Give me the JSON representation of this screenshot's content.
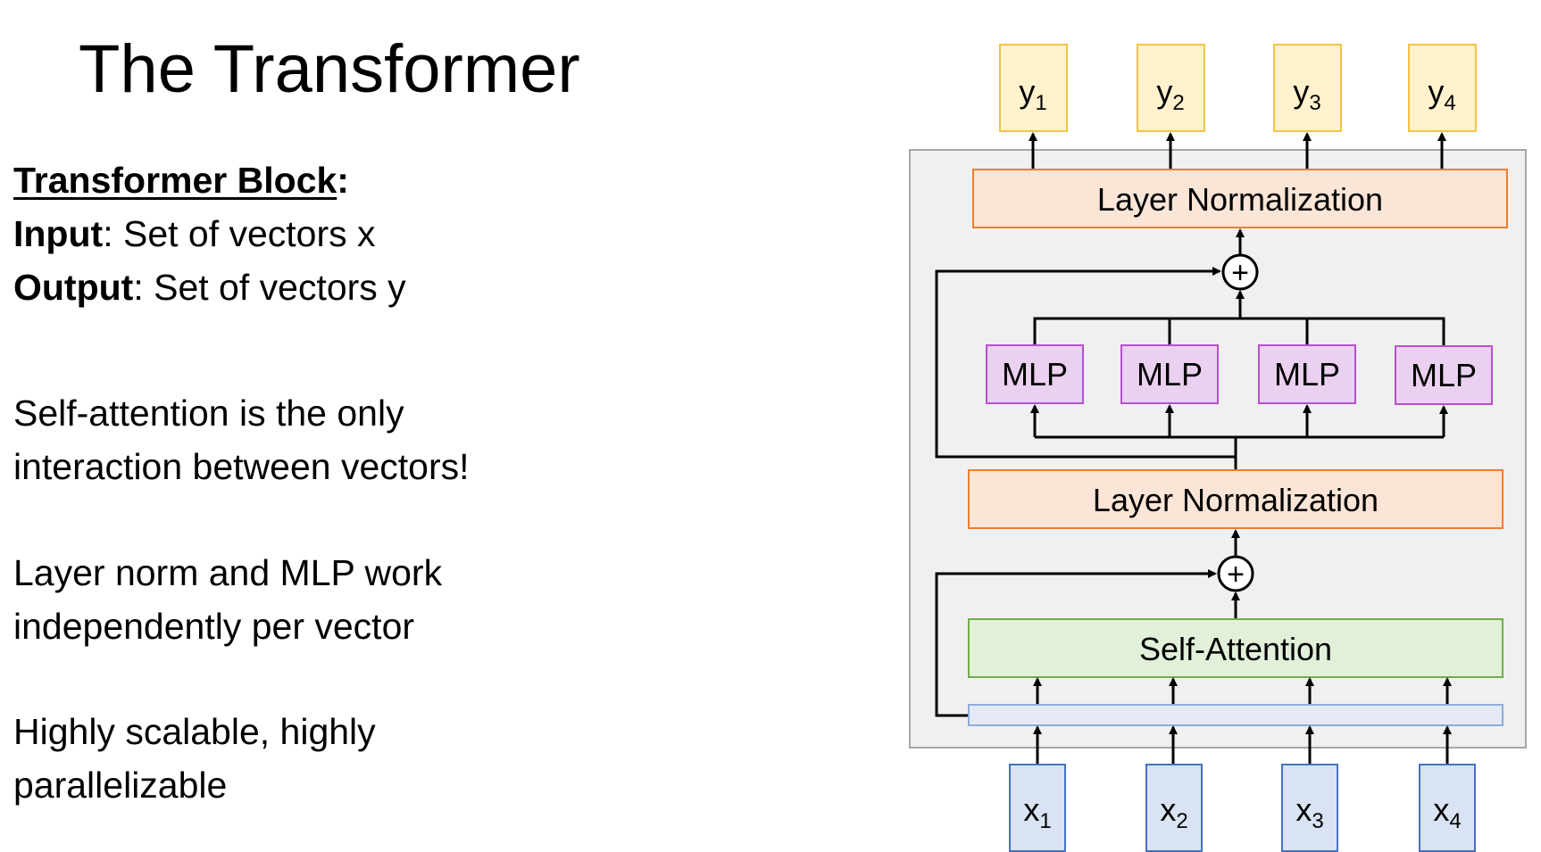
{
  "slide": {
    "title": "The Transformer"
  },
  "left_text": {
    "block_heading": "Transformer Block",
    "block_heading_colon": ":",
    "input_label": "Input",
    "input_text": ": Set of vectors x",
    "output_label": "Output",
    "output_text": ": Set of vectors y",
    "note1_line1": "Self-attention is the only",
    "note1_line2": "interaction between vectors!",
    "note2_line1": "Layer norm and MLP work",
    "note2_line2": "independently per vector",
    "note3_line1": "Highly scalable, highly",
    "note3_line2": "parallelizable"
  },
  "diagram": {
    "outputs": [
      {
        "base": "y",
        "sub": "1"
      },
      {
        "base": "y",
        "sub": "2"
      },
      {
        "base": "y",
        "sub": "3"
      },
      {
        "base": "y",
        "sub": "4"
      }
    ],
    "inputs": [
      {
        "base": "x",
        "sub": "1"
      },
      {
        "base": "x",
        "sub": "2"
      },
      {
        "base": "x",
        "sub": "3"
      },
      {
        "base": "x",
        "sub": "4"
      }
    ],
    "layer_norm_top": "Layer Normalization",
    "layer_norm_bottom": "Layer Normalization",
    "self_attention": "Self-Attention",
    "mlp_labels": [
      "MLP",
      "MLP",
      "MLP",
      "MLP"
    ],
    "add_symbol": "+",
    "colors": {
      "output_fill": "#fff2cc",
      "output_stroke": "#f5c342",
      "input_fill": "#dae3f3",
      "input_stroke": "#4472c4",
      "layernorm_fill": "#fbe5d6",
      "layernorm_stroke": "#ed7d31",
      "mlp_fill": "#ead1f0",
      "mlp_stroke": "#b84fd0",
      "attention_fill": "#e2f0d9",
      "attention_stroke": "#70ad47",
      "residual_bar_fill": "#e5e9f5",
      "residual_bar_stroke": "#8faadc",
      "block_fill": "#f0f0f0",
      "block_stroke": "#a6a6a6"
    }
  }
}
